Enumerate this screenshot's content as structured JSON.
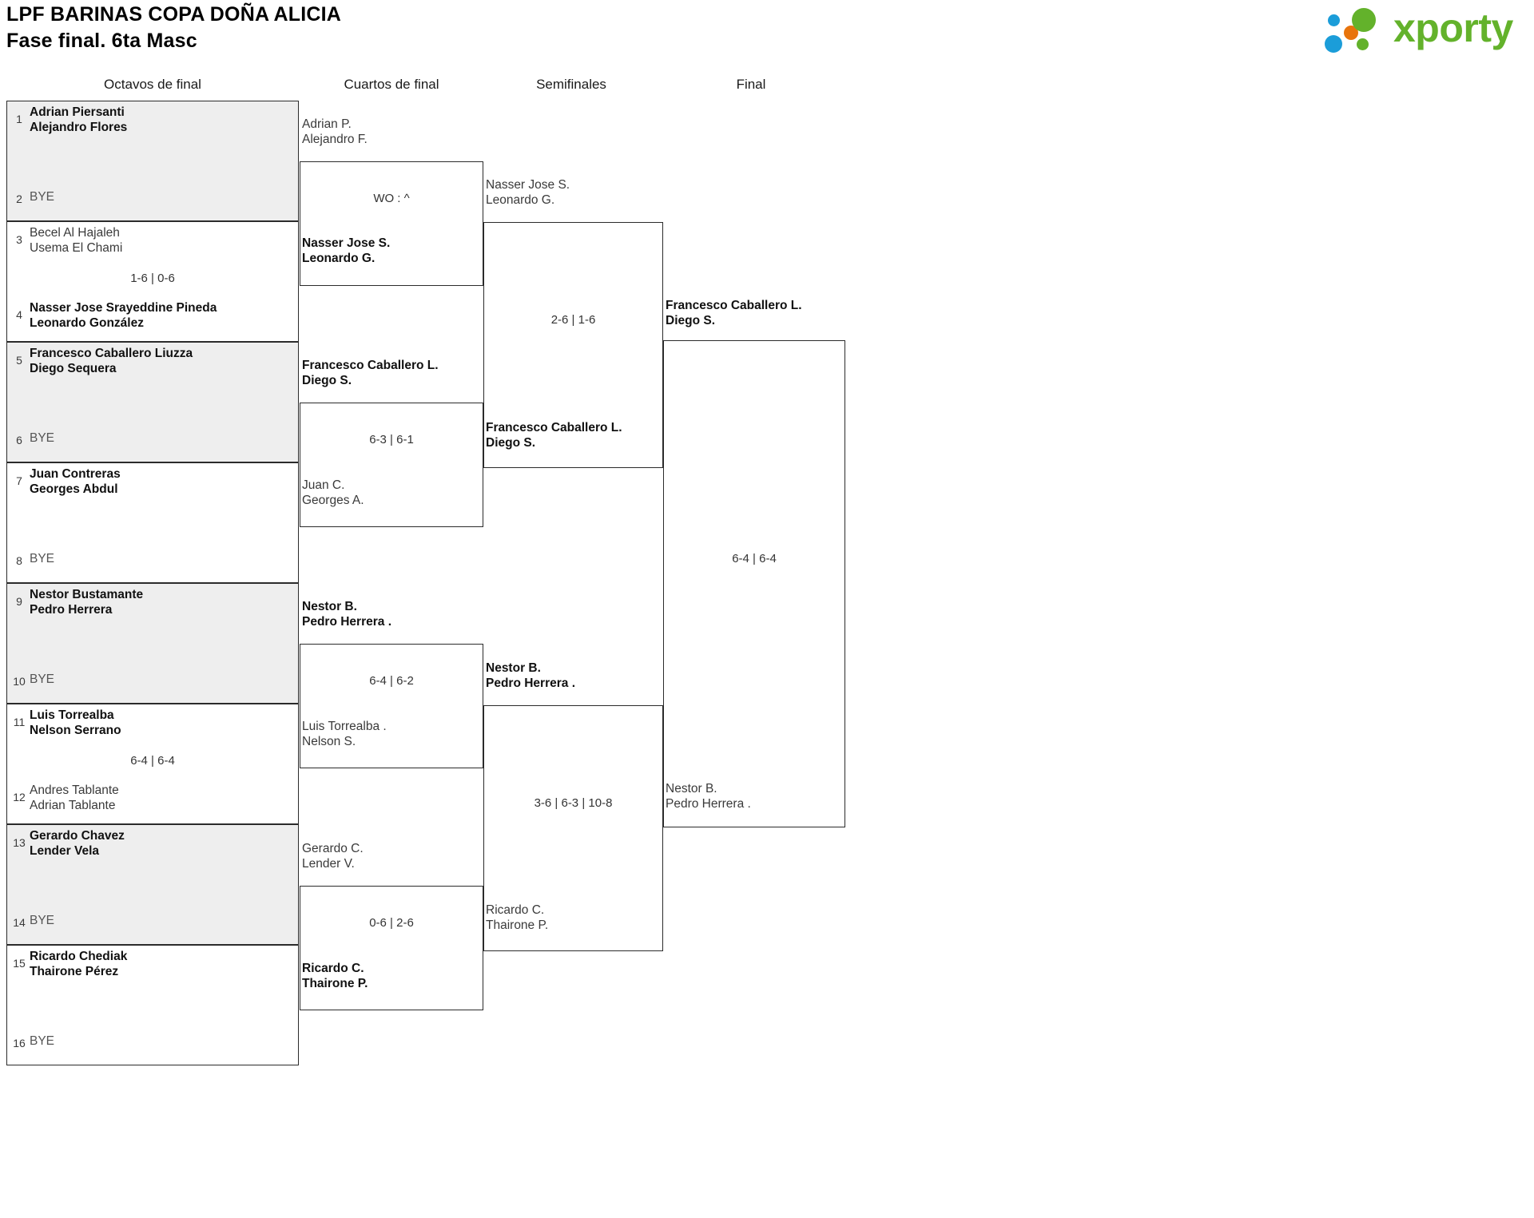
{
  "header": {
    "title_line1": "LPF BARINAS COPA DOÑA ALICIA",
    "title_line2": "Fase final. 6ta Masc",
    "logo_text": "xporty"
  },
  "rounds": [
    {
      "label": "Octavos de final"
    },
    {
      "label": "Cuartos de final"
    },
    {
      "label": "Semifinales"
    },
    {
      "label": "Final"
    }
  ],
  "round1": {
    "matches": [
      {
        "shaded": true,
        "score": "",
        "top": {
          "seed": "1",
          "line1": "Adrian Piersanti",
          "line2": "Alejandro Flores",
          "winner": true,
          "bye": false
        },
        "bottom": {
          "seed": "2",
          "line1": "BYE",
          "line2": "",
          "winner": false,
          "bye": true
        }
      },
      {
        "shaded": false,
        "score": "1-6 | 0-6",
        "top": {
          "seed": "3",
          "line1": "Becel Al Hajaleh",
          "line2": "Usema El Chami",
          "winner": false,
          "bye": false
        },
        "bottom": {
          "seed": "4",
          "line1": "Nasser Jose Srayeddine Pineda",
          "line2": "Leonardo González",
          "winner": true,
          "bye": false
        }
      },
      {
        "shaded": true,
        "score": "",
        "top": {
          "seed": "5",
          "line1": "Francesco Caballero Liuzza",
          "line2": "Diego Sequera",
          "winner": true,
          "bye": false
        },
        "bottom": {
          "seed": "6",
          "line1": "BYE",
          "line2": "",
          "winner": false,
          "bye": true
        }
      },
      {
        "shaded": false,
        "score": "",
        "top": {
          "seed": "7",
          "line1": "Juan Contreras",
          "line2": "Georges Abdul",
          "winner": true,
          "bye": false
        },
        "bottom": {
          "seed": "8",
          "line1": "BYE",
          "line2": "",
          "winner": false,
          "bye": true
        }
      },
      {
        "shaded": true,
        "score": "",
        "top": {
          "seed": "9",
          "line1": "Nestor Bustamante",
          "line2": "Pedro Herrera",
          "winner": true,
          "bye": false
        },
        "bottom": {
          "seed": "10",
          "line1": "BYE",
          "line2": "",
          "winner": false,
          "bye": true
        }
      },
      {
        "shaded": false,
        "score": "6-4 | 6-4",
        "top": {
          "seed": "11",
          "line1": "Luis Torrealba",
          "line2": "Nelson Serrano",
          "winner": true,
          "bye": false
        },
        "bottom": {
          "seed": "12",
          "line1": "Andres Tablante",
          "line2": "Adrian Tablante",
          "winner": false,
          "bye": false
        }
      },
      {
        "shaded": true,
        "score": "",
        "top": {
          "seed": "13",
          "line1": "Gerardo Chavez",
          "line2": "Lender Vela",
          "winner": true,
          "bye": false
        },
        "bottom": {
          "seed": "14",
          "line1": "BYE",
          "line2": "",
          "winner": false,
          "bye": true
        }
      },
      {
        "shaded": false,
        "score": "",
        "top": {
          "seed": "15",
          "line1": "Ricardo Chediak",
          "line2": "Thairone Pérez",
          "winner": true,
          "bye": false
        },
        "bottom": {
          "seed": "16",
          "line1": "BYE",
          "line2": "",
          "winner": false,
          "bye": true
        }
      }
    ]
  },
  "round2": {
    "matches": [
      {
        "score": "WO : ^",
        "top": {
          "line1": "Adrian P.",
          "line2": "Alejandro F.",
          "winner": false
        },
        "bottom": {
          "line1": "Nasser Jose S.",
          "line2": "Leonardo G.",
          "winner": true
        }
      },
      {
        "score": "6-3 | 6-1",
        "top": {
          "line1": "Francesco Caballero L.",
          "line2": "Diego S.",
          "winner": true
        },
        "bottom": {
          "line1": "Juan C.",
          "line2": "Georges A.",
          "winner": false
        }
      },
      {
        "score": "6-4 | 6-2",
        "top": {
          "line1": "Nestor B.",
          "line2": "Pedro Herrera .",
          "winner": true
        },
        "bottom": {
          "line1": "Luis Torrealba .",
          "line2": "Nelson S.",
          "winner": false
        }
      },
      {
        "score": "0-6 | 2-6",
        "top": {
          "line1": "Gerardo C.",
          "line2": "Lender V.",
          "winner": false
        },
        "bottom": {
          "line1": "Ricardo C.",
          "line2": "Thairone P.",
          "winner": true
        }
      }
    ]
  },
  "round3": {
    "matches": [
      {
        "score": "2-6 | 1-6",
        "top": {
          "line1": "Nasser Jose S.",
          "line2": "Leonardo G.",
          "winner": false
        },
        "bottom": {
          "line1": "Francesco Caballero L.",
          "line2": "Diego S.",
          "winner": true
        }
      },
      {
        "score": "3-6 | 6-3 | 10-8",
        "top": {
          "line1": "Nestor B.",
          "line2": "Pedro Herrera .",
          "winner": true
        },
        "bottom": {
          "line1": "Ricardo C.",
          "line2": "Thairone P.",
          "winner": false
        }
      }
    ]
  },
  "round4": {
    "matches": [
      {
        "score": "6-4 | 6-4",
        "top": {
          "line1": "Francesco Caballero L.",
          "line2": "Diego S.",
          "winner": true
        },
        "bottom": {
          "line1": "Nestor B.",
          "line2": "Pedro Herrera .",
          "winner": false
        }
      }
    ]
  }
}
